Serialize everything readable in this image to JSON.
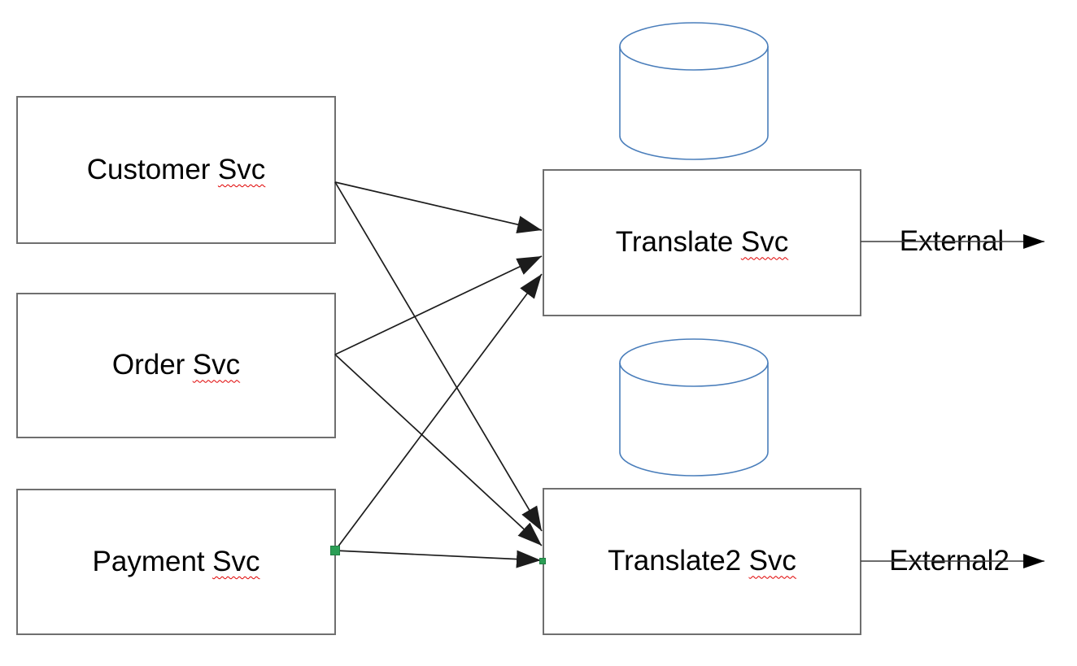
{
  "diagram": {
    "nodes": [
      {
        "id": "customer",
        "label": "Customer",
        "suffix": "Svc"
      },
      {
        "id": "order",
        "label": "Order",
        "suffix": "Svc"
      },
      {
        "id": "payment",
        "label": "Payment",
        "suffix": "Svc"
      },
      {
        "id": "translate",
        "label": "Translate",
        "suffix": "Svc"
      },
      {
        "id": "translate2",
        "label": "Translate2",
        "suffix": "Svc"
      }
    ],
    "externals": [
      {
        "label": "External"
      },
      {
        "label": "External2"
      }
    ],
    "connectors": [
      {
        "from": "Customer Svc",
        "to": "Translate Svc"
      },
      {
        "from": "Customer Svc",
        "to": "Translate2 Svc"
      },
      {
        "from": "Order Svc",
        "to": "Translate Svc"
      },
      {
        "from": "Order Svc",
        "to": "Translate2 Svc"
      },
      {
        "from": "Payment Svc",
        "to": "Translate Svc"
      },
      {
        "from": "Payment Svc",
        "to": "Translate2 Svc",
        "selected": true
      },
      {
        "from": "Translate Svc",
        "to": "External"
      },
      {
        "from": "Translate2 Svc",
        "to": "External2"
      }
    ],
    "icons": [
      {
        "name": "database-cylinder-icon",
        "attached_to": "Translate Svc"
      },
      {
        "name": "database-cylinder-icon",
        "attached_to": "Translate2 Svc"
      }
    ],
    "colors": {
      "box_border": "#6f6f6f",
      "connector": "#1c1c1c",
      "cylinder_stroke": "#4a7ebb",
      "selection_handle": "#2b9e55",
      "misspell_underline": "#e00000",
      "text": "#000000",
      "background": "#ffffff"
    }
  }
}
